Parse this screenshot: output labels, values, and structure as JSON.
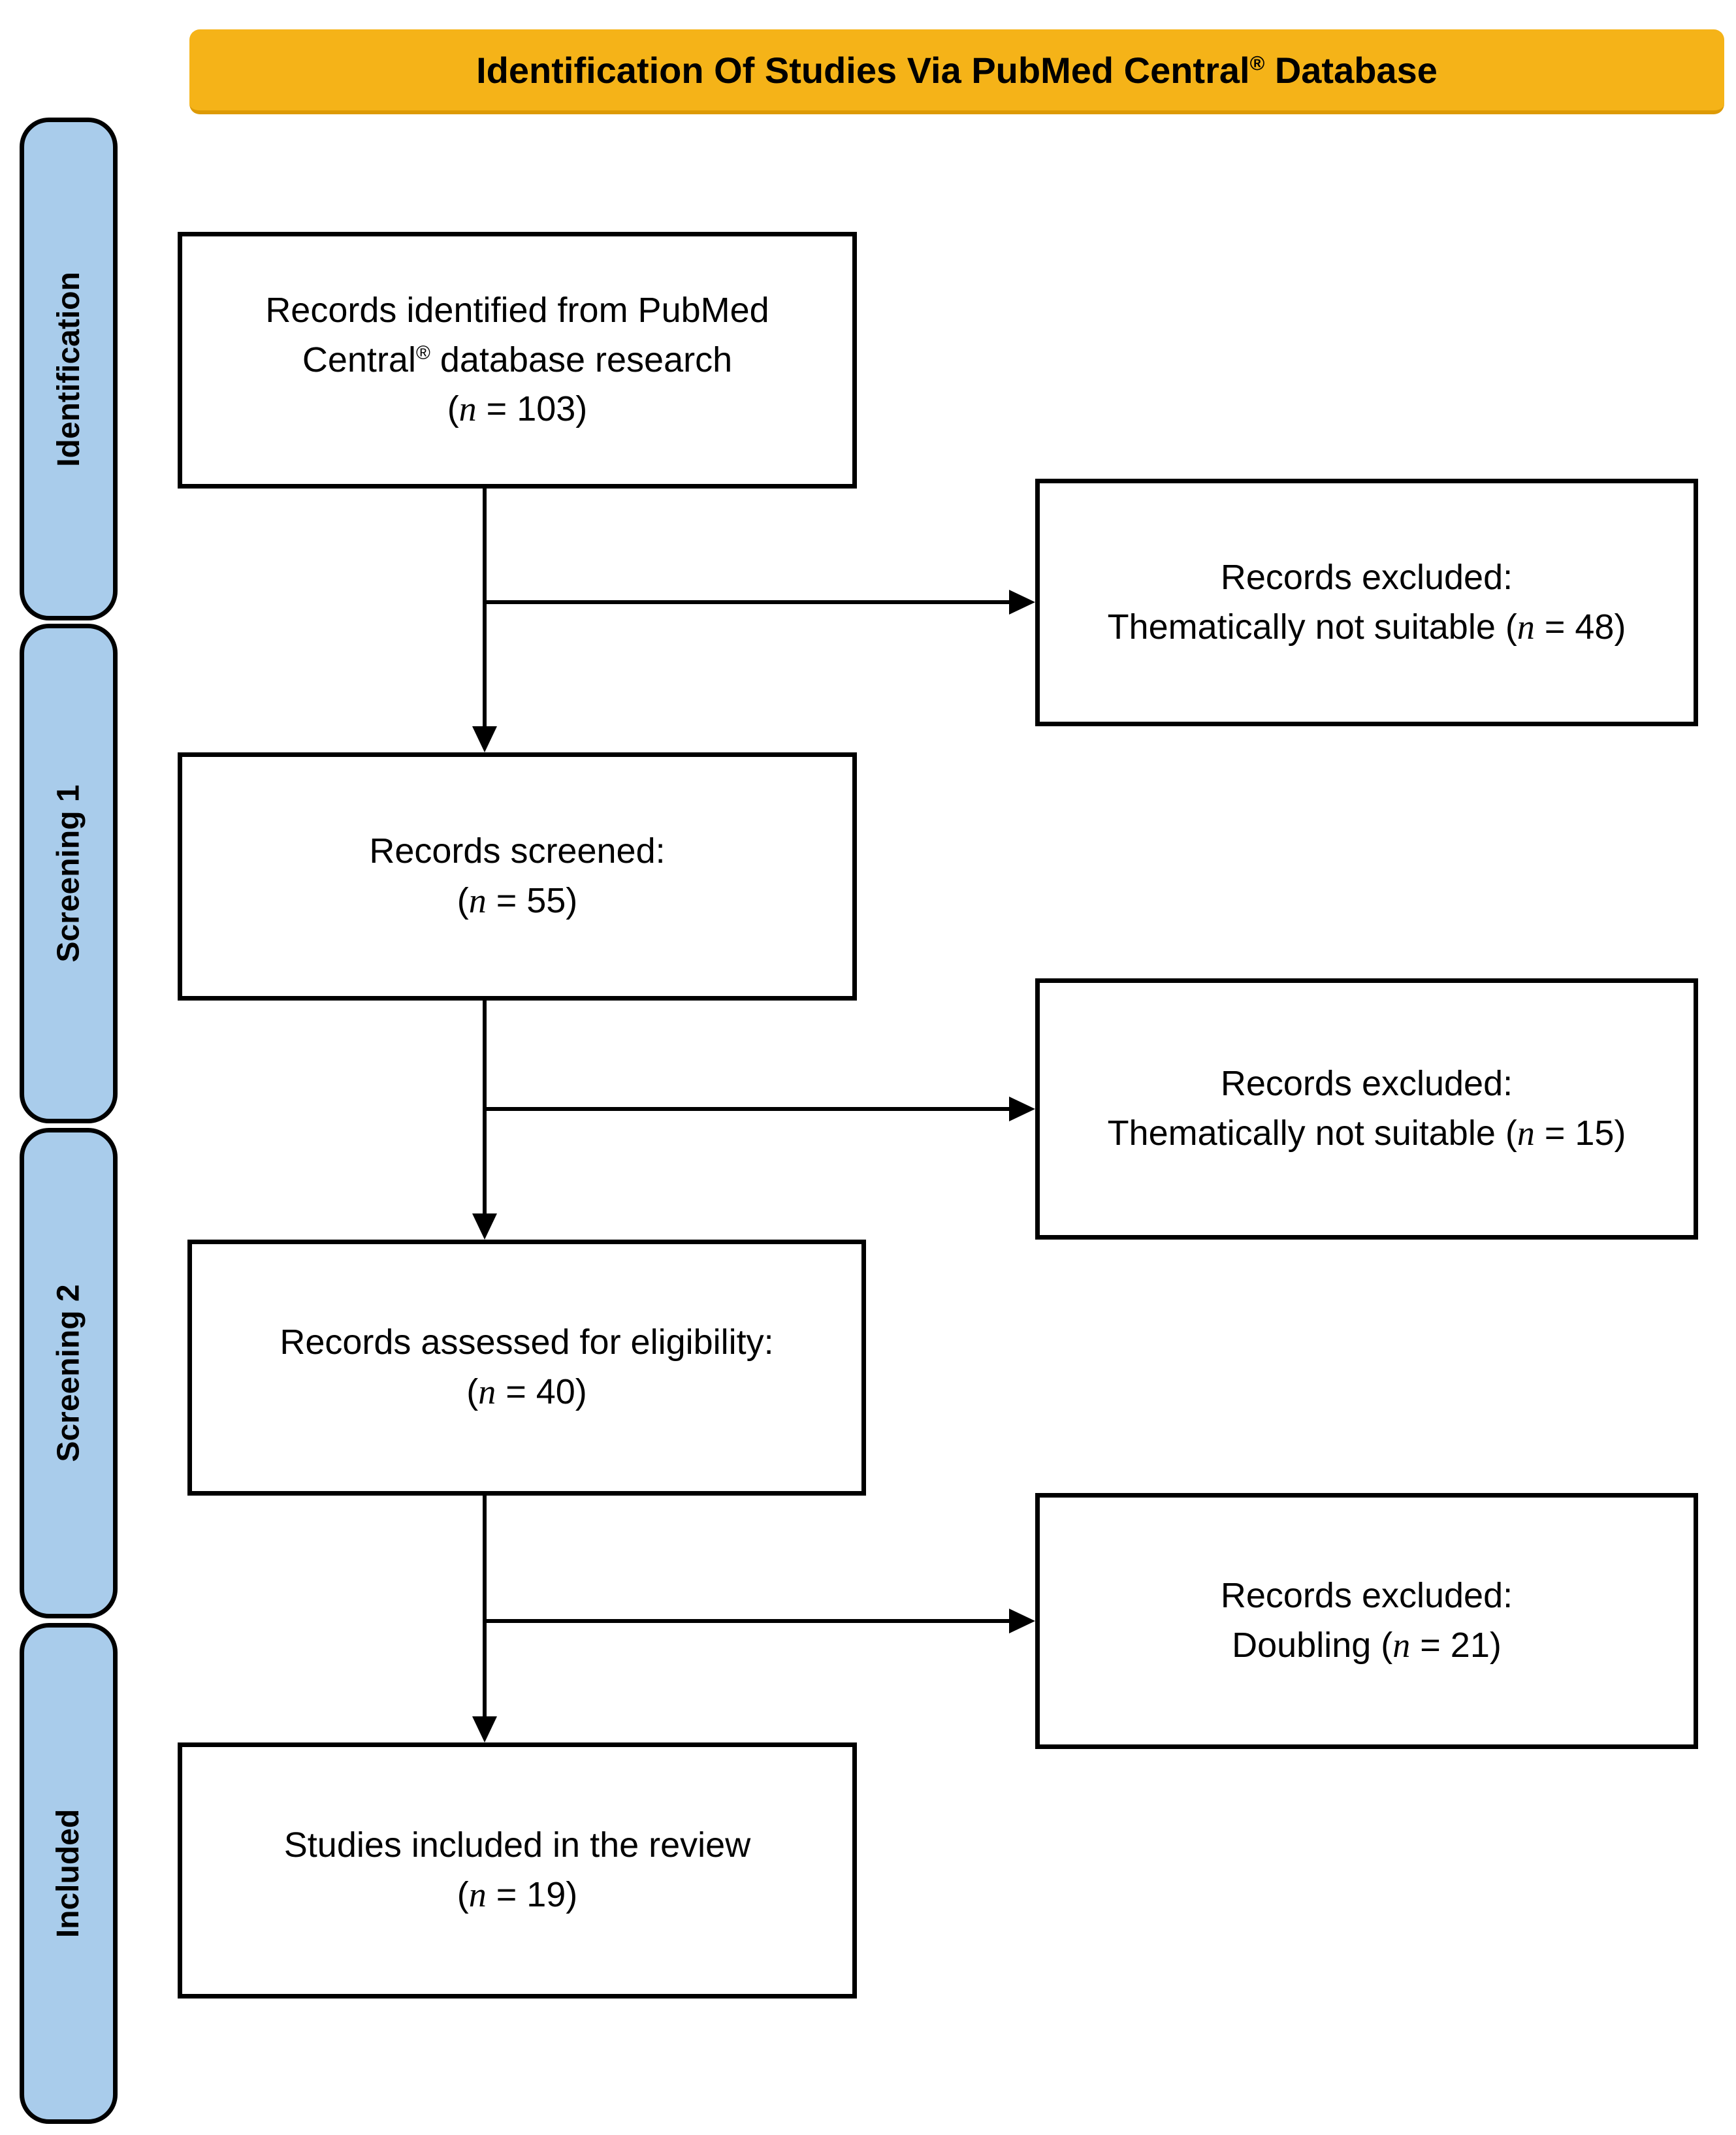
{
  "banner": {
    "title_prefix": "Identification Of Studies Via PubMed Central",
    "title_reg": "®",
    "title_suffix": " Database"
  },
  "sidebar": {
    "stages": [
      {
        "label": "Identification"
      },
      {
        "label": "Screening 1"
      },
      {
        "label": "Screening 2"
      },
      {
        "label": "Included"
      }
    ]
  },
  "flow": {
    "identified": {
      "line1": "Records identified from PubMed",
      "line2_prefix": "Central",
      "line2_reg": "®",
      "line2_suffix": " database research",
      "count_prefix": "(",
      "count_italic": "n",
      "count_suffix": " = 103)"
    },
    "screened": {
      "line1": "Records screened:",
      "count_prefix": "(",
      "count_italic": "n",
      "count_suffix": " = 55)"
    },
    "assessed": {
      "line1": "Records assessed for eligibility:",
      "count_prefix": "(",
      "count_italic": "n",
      "count_suffix": " = 40)"
    },
    "included": {
      "line1": "Studies included in the review",
      "count_prefix": "(",
      "count_italic": "n",
      "count_suffix": " = 19)"
    }
  },
  "exclusions": {
    "first": {
      "line1": "Records excluded:",
      "line2_prefix": "Thematically not suitable (",
      "line2_italic": "n",
      "line2_suffix": " = 48)"
    },
    "second": {
      "line1": "Records excluded:",
      "line2_prefix": "Thematically not suitable (",
      "line2_italic": "n",
      "line2_suffix": " = 15)"
    },
    "third": {
      "line1": "Records excluded:",
      "line2_prefix": "Doubling (",
      "line2_italic": "n",
      "line2_suffix": " = 21)"
    }
  },
  "colors": {
    "banner_bg": "#F5B318",
    "banner_border": "#DD9A05",
    "stage_bg": "#A9CCEB",
    "box_bg": "#FFFFFF",
    "line_color": "#000000",
    "text_color": "#000000"
  }
}
